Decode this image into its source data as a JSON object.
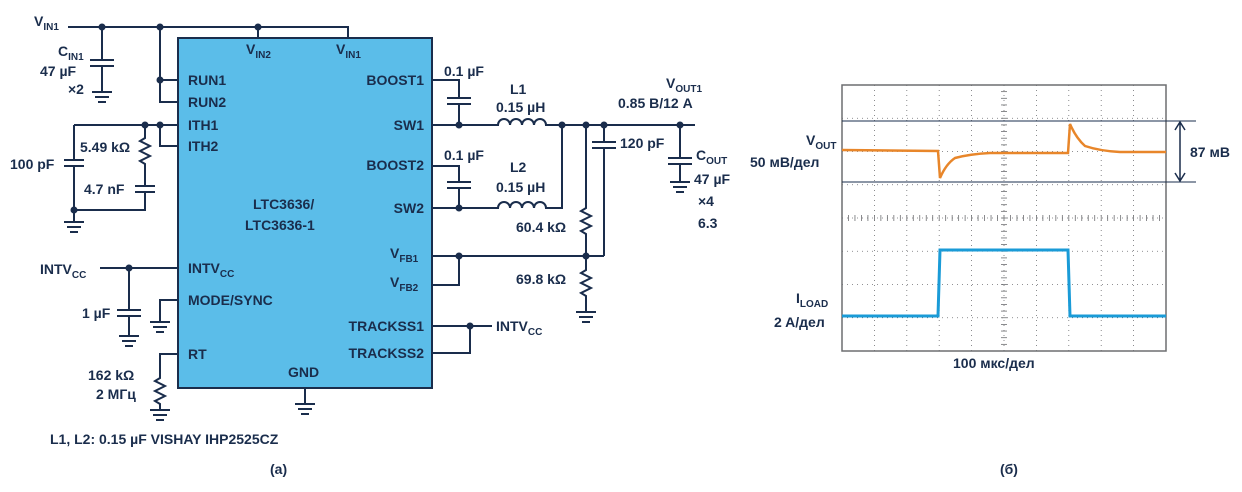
{
  "colors": {
    "ink": "#1a2d4c",
    "chip_fill": "#5bbde9",
    "vout_trace": "#e8862a",
    "iload_trace": "#1a9bd7",
    "scope_grid": "#6d6e71"
  },
  "schematic": {
    "vin1_top": "V",
    "vin1_top_sub": "IN1",
    "cin_name": "C",
    "cin_sub": "IN1",
    "cin_value": "47 µF",
    "cin_count": "×2",
    "pin_vin2": "V",
    "pin_vin2_sub": "IN2",
    "pin_vin1": "V",
    "pin_vin1_sub": "IN1",
    "pin_run1": "RUN1",
    "pin_run2": "RUN2",
    "pin_ith1": "ITH1",
    "pin_ith2": "ITH2",
    "pin_intvcc": "INTV",
    "pin_intvcc_sub": "CC",
    "pin_mode": "MODE/SYNC",
    "pin_rt": "RT",
    "pin_gnd": "GND",
    "pin_boost1": "BOOST1",
    "pin_sw1": "SW1",
    "pin_boost2": "BOOST2",
    "pin_sw2": "SW2",
    "pin_vfb1": "V",
    "pin_vfb1_sub": "FB1",
    "pin_vfb2": "V",
    "pin_vfb2_sub": "FB2",
    "pin_trackss1": "TRACKSS1",
    "pin_trackss2": "TRACKSS2",
    "chip_name_1": "LTC3636/",
    "chip_name_2": "LTC3636-1",
    "r_ith": "5.49 kΩ",
    "c_ith1": "100 pF",
    "c_ith2": "4.7 nF",
    "intvcc_left": "INTV",
    "intvcc_left_sub": "CC",
    "c_intvcc": "1 µF",
    "r_rt": "162 kΩ",
    "f_rt": "2 MГц",
    "c_boost1": "0.1 µF",
    "c_boost2": "0.1 µF",
    "l1_name": "L1",
    "l1_value": "0.15 µH",
    "l2_name": "L2",
    "l2_value": "0.15 µH",
    "vout1": "V",
    "vout1_sub": "OUT1",
    "vout1_value": "0.85 В/12 A",
    "c_ff": "120 pF",
    "cout_name": "C",
    "cout_sub": "OUT",
    "cout_value": "47 µF",
    "cout_count": "×4",
    "cout_voltage": "6.3",
    "r_fb_top": "60.4 kΩ",
    "r_fb_bot": "69.8 kΩ",
    "intvcc_right": "INTV",
    "intvcc_right_sub": "CC",
    "footnote": "L1, L2: 0.15 µF VISHAY IHP2525CZ",
    "caption": "(a)"
  },
  "scope": {
    "vout_label": "V",
    "vout_label_sub": "OUT",
    "vout_scale": "50 мВ/дел",
    "iload_label": "I",
    "iload_label_sub": "LOAD",
    "iload_scale": "2 A/дел",
    "span_label": "87 мВ",
    "time_scale": "100 мкс/дел",
    "caption": "(б)"
  }
}
